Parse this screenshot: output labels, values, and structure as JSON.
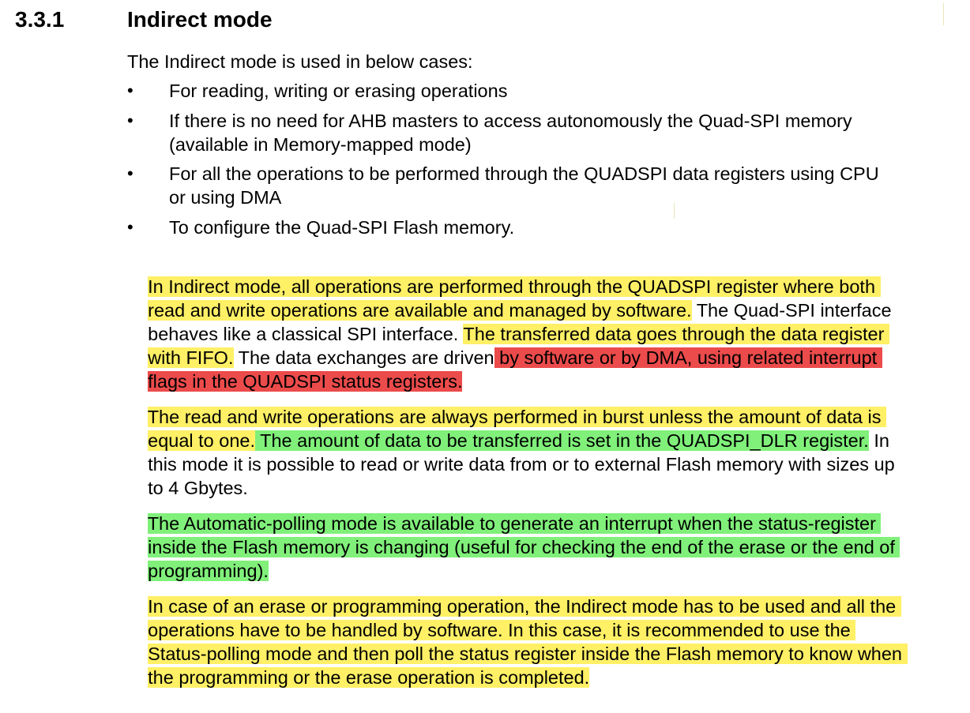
{
  "section": {
    "number": "3.3.1",
    "title": "Indirect mode"
  },
  "intro": "The Indirect mode is used in below cases:",
  "bullets": [
    {
      "lines": [
        "For reading, writing or erasing operations"
      ]
    },
    {
      "lines": [
        "If there is no need for AHB masters to access autonomously the Quad-SPI memory",
        "(available in Memory-mapped mode)"
      ]
    },
    {
      "lines": [
        "For all the operations to be performed through the QUADSPI data registers using CPU",
        "or using DMA"
      ]
    },
    {
      "lines": [
        "To configure the Quad-SPI Flash memory."
      ]
    }
  ],
  "highlight_colors": {
    "yellow": "#fff066",
    "green": "#80f07a",
    "red": "#ec4b4b"
  },
  "paragraphs": [
    {
      "lines": [
        [
          {
            "text": "In Indirect mode, all operations are performed through the QUADSPI register where both ",
            "hl": "yellow"
          }
        ],
        [
          {
            "text": "read and write operations are available and managed by software.",
            "hl": "yellow"
          },
          {
            "text": " The Quad-SPI interface",
            "hl": ""
          }
        ],
        [
          {
            "text": "behaves like a classical SPI interface. ",
            "hl": ""
          },
          {
            "text": "The transferred data goes through the data register ",
            "hl": "yellow"
          }
        ],
        [
          {
            "text": "with FIFO.",
            "hl": "yellow"
          },
          {
            "text": " The data exchanges are driven",
            "hl": ""
          },
          {
            "text": " by software or by DMA, using related interrupt ",
            "hl": "red"
          }
        ],
        [
          {
            "text": "flags in the QUADSPI status registers.",
            "hl": "red"
          }
        ]
      ]
    },
    {
      "lines": [
        [
          {
            "text": "The read and write operations are always performed in burst unless the amount of data is ",
            "hl": "yellow"
          }
        ],
        [
          {
            "text": "equal to one.",
            "hl": "yellow"
          },
          {
            "text": " The amount of data to be transferred is set in the QUADSPI_DLR register.",
            "hl": "green"
          },
          {
            "text": " In",
            "hl": ""
          }
        ],
        [
          {
            "text": "this mode it is possible to read or write data from or to external Flash memory with sizes up",
            "hl": ""
          }
        ],
        [
          {
            "text": "to 4 Gbytes.",
            "hl": ""
          }
        ]
      ]
    },
    {
      "lines": [
        [
          {
            "text": "The Automatic-polling mode is available to generate an interrupt when the status-register ",
            "hl": "green"
          }
        ],
        [
          {
            "text": "inside the Flash memory is changing (useful for checking the end of the erase or the end of ",
            "hl": "green"
          }
        ],
        [
          {
            "text": "programming).",
            "hl": "green"
          }
        ]
      ]
    },
    {
      "lines": [
        [
          {
            "text": "In case of an erase or programming operation, the Indirect mode has to be used and all the ",
            "hl": "yellow"
          }
        ],
        [
          {
            "text": "operations have to be handled by software. In this case, it is recommended to use the ",
            "hl": "yellow"
          }
        ],
        [
          {
            "text": "Status-polling mode and then poll the status register inside the Flash memory to know when ",
            "hl": "yellow"
          }
        ],
        [
          {
            "text": "the programming or the erase operation is completed.",
            "hl": "yellow"
          }
        ]
      ]
    }
  ]
}
